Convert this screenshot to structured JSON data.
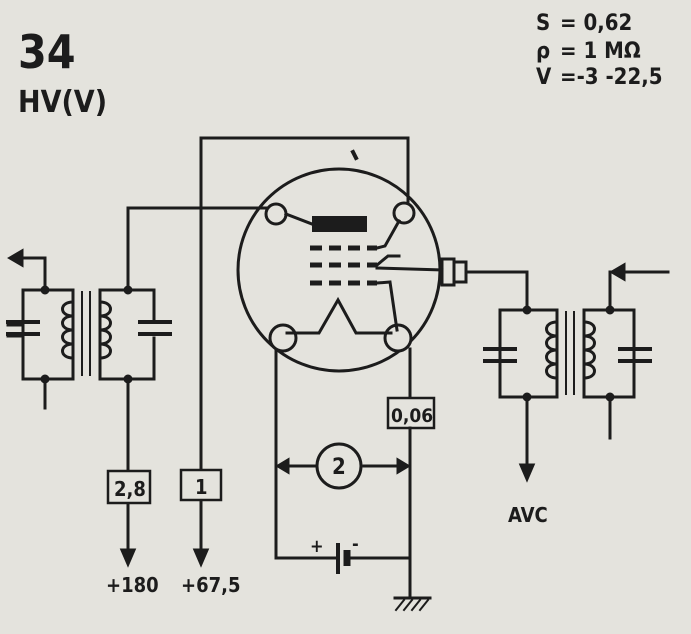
{
  "tube": {
    "number": "34",
    "type": "HV(V)"
  },
  "specs": [
    {
      "symbol": "S",
      "value": "= 0,62"
    },
    {
      "symbol": "ρ",
      "value": "= 1 MΩ"
    },
    {
      "symbol": "V",
      "value": "=-3 -22,5"
    }
  ],
  "boxes": {
    "plate": "2,8",
    "screen": "1",
    "filament": "0,06"
  },
  "filament_current": "2",
  "supplies": {
    "plate_voltage": "+180",
    "screen_voltage": "+67,5"
  },
  "avc": "AVC",
  "battery": {
    "plus": "+",
    "minus": "-"
  },
  "colors": {
    "ink": "#1c1c1c",
    "paper": "#e4e3dd"
  }
}
